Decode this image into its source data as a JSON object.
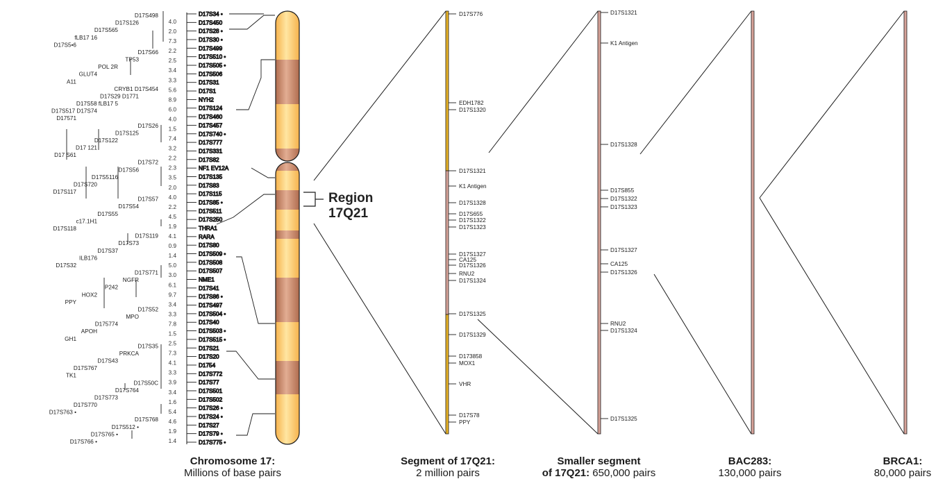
{
  "left_markers": [
    {
      "label": "D17S34 •"
    },
    {
      "label": "D17S450"
    },
    {
      "label": "D17S28 •"
    },
    {
      "label": "D17S30 •"
    },
    {
      "label": "D17S499"
    },
    {
      "label": "D17S510 •"
    },
    {
      "label": "D17S505 •"
    },
    {
      "label": "D17S506"
    },
    {
      "label": "D17S31"
    },
    {
      "label": "D17S1"
    },
    {
      "label": "NYH2"
    },
    {
      "label": "D17S124"
    },
    {
      "label": "D17S460"
    },
    {
      "label": "D17S457"
    },
    {
      "label": "D17S740 •"
    },
    {
      "label": "D17S777"
    },
    {
      "label": "D17S331"
    },
    {
      "label": "D17S82"
    },
    {
      "label": "NF1 EV12A"
    },
    {
      "label": "D17S135"
    },
    {
      "label": "D17S83"
    },
    {
      "label": "D17S115"
    },
    {
      "label": "D17S85 •"
    },
    {
      "label": "D17S511"
    },
    {
      "label": "D17S250"
    },
    {
      "label": "THRA1"
    },
    {
      "label": "RARA"
    },
    {
      "label": "D17S80"
    },
    {
      "label": "D17S509 •"
    },
    {
      "label": "D17S508"
    },
    {
      "label": "D17S507"
    },
    {
      "label": "NME1"
    },
    {
      "label": "D17S41"
    },
    {
      "label": "D17S86 •"
    },
    {
      "label": "D17S497"
    },
    {
      "label": "D17S504 •"
    },
    {
      "label": "D17S40"
    },
    {
      "label": "D17S503 •"
    },
    {
      "label": "D17S515 •"
    },
    {
      "label": "D17S21"
    },
    {
      "label": "D17S20"
    },
    {
      "label": "D1754"
    },
    {
      "label": "D17S772"
    },
    {
      "label": "D17S77"
    },
    {
      "label": "D17S501"
    },
    {
      "label": "D17S502"
    },
    {
      "label": "D17S26 •"
    },
    {
      "label": "D17S24 •"
    },
    {
      "label": "D17S27"
    },
    {
      "label": "D17S79 •"
    },
    {
      "label": "D17S775 •"
    }
  ],
  "distances": [
    {
      "value": "4.0"
    },
    {
      "value": "2.0"
    },
    {
      "value": "7.3"
    },
    {
      "value": "2.2"
    },
    {
      "value": "2.5"
    },
    {
      "value": "3.4"
    },
    {
      "value": "3.3"
    },
    {
      "value": "5.6"
    },
    {
      "value": "8.9"
    },
    {
      "value": "6.0"
    },
    {
      "value": "4.0"
    },
    {
      "value": "1.5"
    },
    {
      "value": "7.4"
    },
    {
      "value": "3.2"
    },
    {
      "value": "2.2"
    },
    {
      "value": "2.3"
    },
    {
      "value": "3.5"
    },
    {
      "value": "2.0"
    },
    {
      "value": "4.0"
    },
    {
      "value": "2.2"
    },
    {
      "value": "4.5"
    },
    {
      "value": "1.9"
    },
    {
      "value": "4.1"
    },
    {
      "value": "0.9"
    },
    {
      "value": "1.4"
    },
    {
      "value": "5.0"
    },
    {
      "value": "3.0"
    },
    {
      "value": "6.1"
    },
    {
      "value": "9.7"
    },
    {
      "value": "3.4"
    },
    {
      "value": "3.3"
    },
    {
      "value": "7.8"
    },
    {
      "value": "1.5"
    },
    {
      "value": "2.5"
    },
    {
      "value": "7.3"
    },
    {
      "value": "4.1"
    },
    {
      "value": "3.3"
    },
    {
      "value": "3.9"
    },
    {
      "value": "3.4"
    },
    {
      "value": "1.6"
    },
    {
      "value": "5.4"
    },
    {
      "value": "4.6"
    },
    {
      "value": "1.9"
    },
    {
      "value": "1.4"
    }
  ],
  "group_labels": [
    {
      "label": "D17S498"
    },
    {
      "label": "D17S126"
    },
    {
      "label": "D17S565"
    },
    {
      "label": "fLB17 16"
    },
    {
      "label": "D17S5•6"
    },
    {
      "label": "D17S66"
    },
    {
      "label": "TP53"
    },
    {
      "label": "POL 2R"
    },
    {
      "label": "GLUT4"
    },
    {
      "label": "A11"
    },
    {
      "label": "CRYB1 D17S454"
    },
    {
      "label": "D17S29  D1771"
    },
    {
      "label": "D17S58  fLB17 5"
    },
    {
      "label": "D17S517 D17S74"
    },
    {
      "label": "D17571"
    },
    {
      "label": "D17S26"
    },
    {
      "label": "D17S125"
    },
    {
      "label": "D17S122"
    },
    {
      "label": "D17 121"
    },
    {
      "label": "D17 S61"
    },
    {
      "label": "D17S72"
    },
    {
      "label": "D17S56"
    },
    {
      "label": "D17S5116"
    },
    {
      "label": "D17S720"
    },
    {
      "label": "D17S117"
    },
    {
      "label": "D17S57"
    },
    {
      "label": "D17S54"
    },
    {
      "label": "D17S55"
    },
    {
      "label": "c17.1H1"
    },
    {
      "label": "D17S118"
    },
    {
      "label": "D17S119"
    },
    {
      "label": "D17S73"
    },
    {
      "label": "D17S37"
    },
    {
      "label": "ILB176"
    },
    {
      "label": "D17S32"
    },
    {
      "label": "D17S771"
    },
    {
      "label": "NGFR"
    },
    {
      "label": "P242"
    },
    {
      "label": "HOX2"
    },
    {
      "label": "PPY"
    },
    {
      "label": "D17S52"
    },
    {
      "label": "MPO"
    },
    {
      "label": "D175774"
    },
    {
      "label": "APOH"
    },
    {
      "label": "GH1"
    },
    {
      "label": "D17S35"
    },
    {
      "label": "PRKCA"
    },
    {
      "label": "D17S43"
    },
    {
      "label": "D17S767"
    },
    {
      "label": "TK1"
    },
    {
      "label": "D17S50C"
    },
    {
      "label": "D17S764"
    },
    {
      "label": "D17S773"
    },
    {
      "label": "D17S770"
    },
    {
      "label": "D17S763 •"
    },
    {
      "label": "D17S768"
    },
    {
      "label": "D17S512 •"
    },
    {
      "label": "D17S765 •"
    },
    {
      "label": "D17S766 •"
    }
  ],
  "region": {
    "line1": "Region",
    "line2": "17Q21"
  },
  "seg1_markers": [
    {
      "label": "D17S776"
    },
    {
      "label": "EDH1782"
    },
    {
      "label": "D17S1320"
    },
    {
      "label": "D17S1321"
    },
    {
      "label": "K1 Antigen"
    },
    {
      "label": "D17S1328"
    },
    {
      "label": "D17S655"
    },
    {
      "label": "D17S1322"
    },
    {
      "label": "D17S1323"
    },
    {
      "label": "D17S1327"
    },
    {
      "label": "CA125"
    },
    {
      "label": "D17S1326"
    },
    {
      "label": "RNU2"
    },
    {
      "label": "D17S1324"
    },
    {
      "label": "D17S1325"
    },
    {
      "label": "D17S1329"
    },
    {
      "label": "D173858"
    },
    {
      "label": "MOX1"
    },
    {
      "label": "VHR"
    },
    {
      "label": "D17S78"
    },
    {
      "label": "PPY"
    }
  ],
  "seg2_markers": [
    {
      "label": "D17S1321"
    },
    {
      "label": "K1 Antigen"
    },
    {
      "label": "D17S1328"
    },
    {
      "label": "D17S855"
    },
    {
      "label": "D17S1322"
    },
    {
      "label": "D17S1323"
    },
    {
      "label": "D17S1327"
    },
    {
      "label": "CA125"
    },
    {
      "label": "D17S1326"
    },
    {
      "label": "RNU2"
    },
    {
      "label": "D17S1324"
    },
    {
      "label": "D17S1325"
    }
  ],
  "captions": {
    "chr_title": "Chromosome 17:",
    "chr_sub": "Millions of base pairs",
    "seg1_title": "Segment of 17Q21:",
    "seg1_sub": "2 million pairs",
    "seg2_title1": "Smaller segment",
    "seg2_title2": "of 17Q21:",
    "seg2_sub": " 650,000 pairs",
    "bac_title": "BAC283:",
    "bac_sub": "130,000 pairs",
    "brca_title": "BRCA1:",
    "brca_sub": "80,000 pairs"
  },
  "colors": {
    "band_light": "#fedc8d",
    "band_dark": "#cc9477",
    "segment_gold": "#e8b429",
    "segment_pink": "#d8a49a",
    "line": "#1a1a1a"
  }
}
